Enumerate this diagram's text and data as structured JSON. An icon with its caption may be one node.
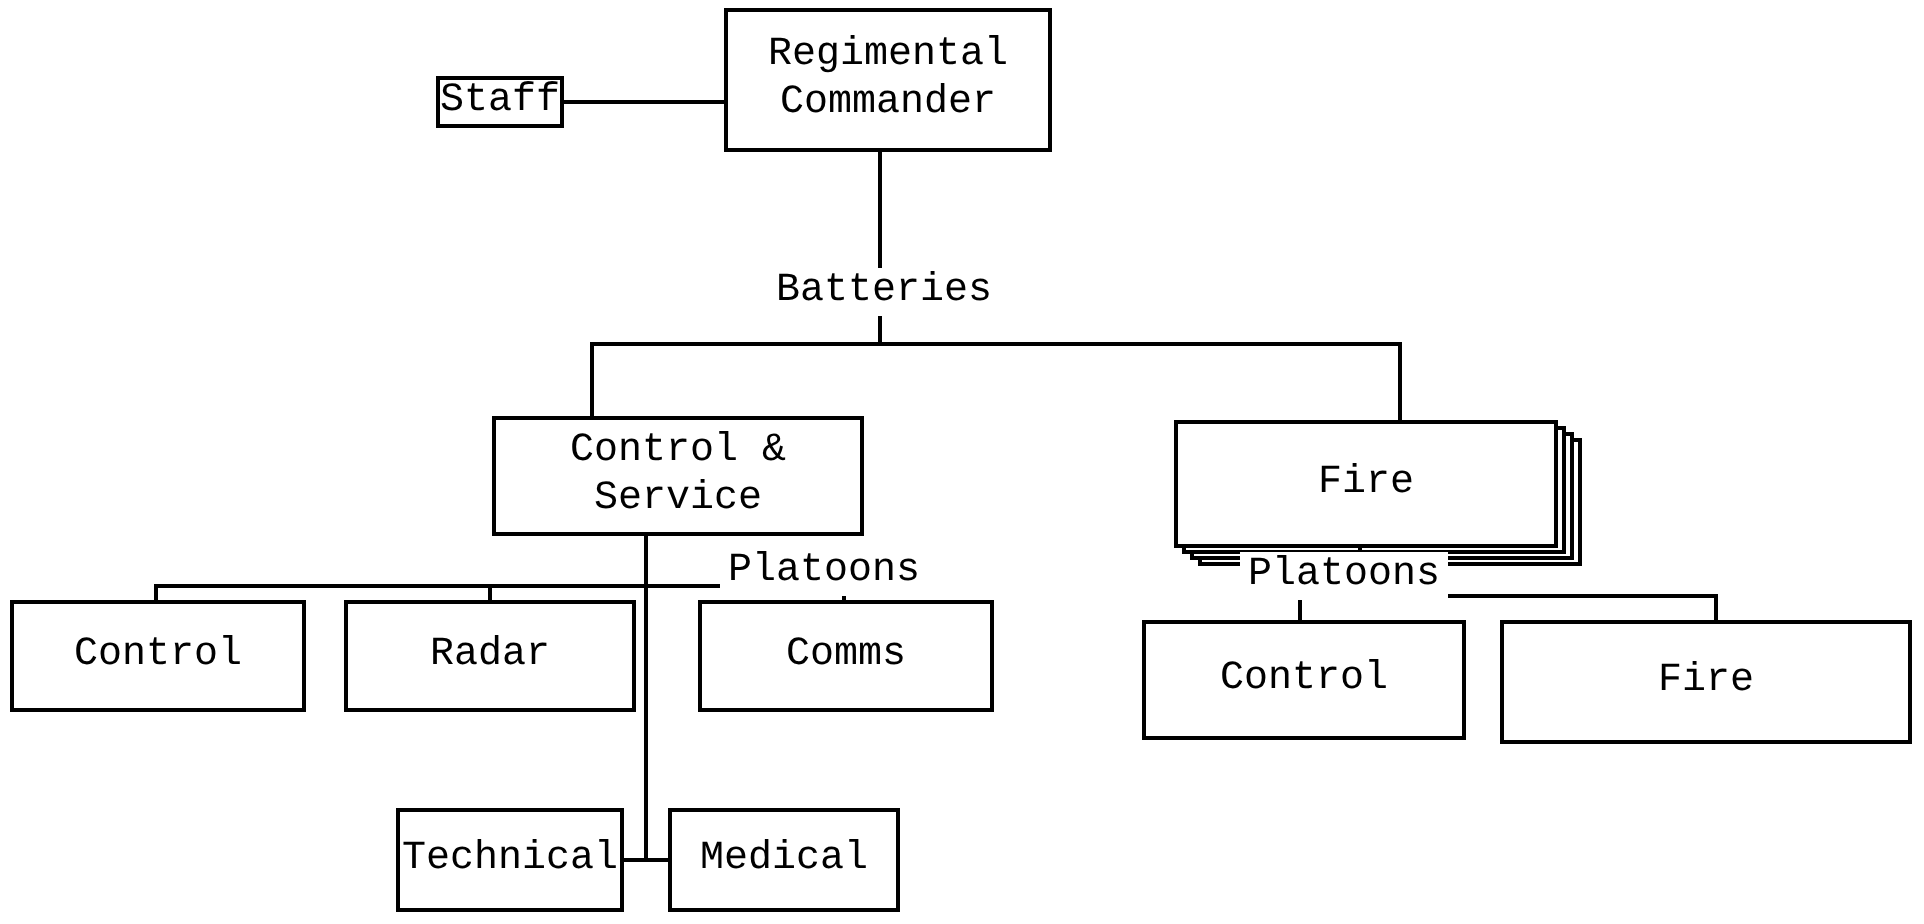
{
  "diagram": {
    "nodes": [
      {
        "text": [
          "Staff"
        ]
      },
      {
        "text": [
          "Regimental Commander"
        ]
      },
      {
        "text": [
          "Control & Service"
        ]
      },
      {
        "text": [
          "Fire"
        ]
      },
      {
        "text": [
          "Control"
        ]
      },
      {
        "text": [
          "Radar"
        ]
      },
      {
        "text": [
          "Comms"
        ]
      },
      {
        "text": [
          "Technical"
        ]
      },
      {
        "text": [
          "Medical"
        ]
      },
      {
        "text": [
          "Control"
        ]
      },
      {
        "text": [
          "Fire"
        ]
      }
    ],
    "edges": [
      {
        "from": 0,
        "to": 1,
        "arrow": "none"
      },
      {
        "from": 1,
        "to": 2,
        "arrow": "none"
      },
      {
        "from": 1,
        "to": 3,
        "arrow": "none"
      },
      {
        "from": 2,
        "to": 4,
        "arrow": "none"
      },
      {
        "from": 2,
        "to": 5,
        "arrow": "none"
      },
      {
        "from": 2,
        "to": 6,
        "arrow": "none"
      },
      {
        "from": 2,
        "to": 7,
        "arrow": "none"
      },
      {
        "from": 2,
        "to": 8,
        "arrow": "none"
      },
      {
        "from": 3,
        "to": 9,
        "arrow": "none"
      },
      {
        "from": 3,
        "to": 10,
        "arrow": "none"
      }
    ],
    "labels": [
      "Batteries",
      "Platoons",
      "Platoons"
    ]
  }
}
